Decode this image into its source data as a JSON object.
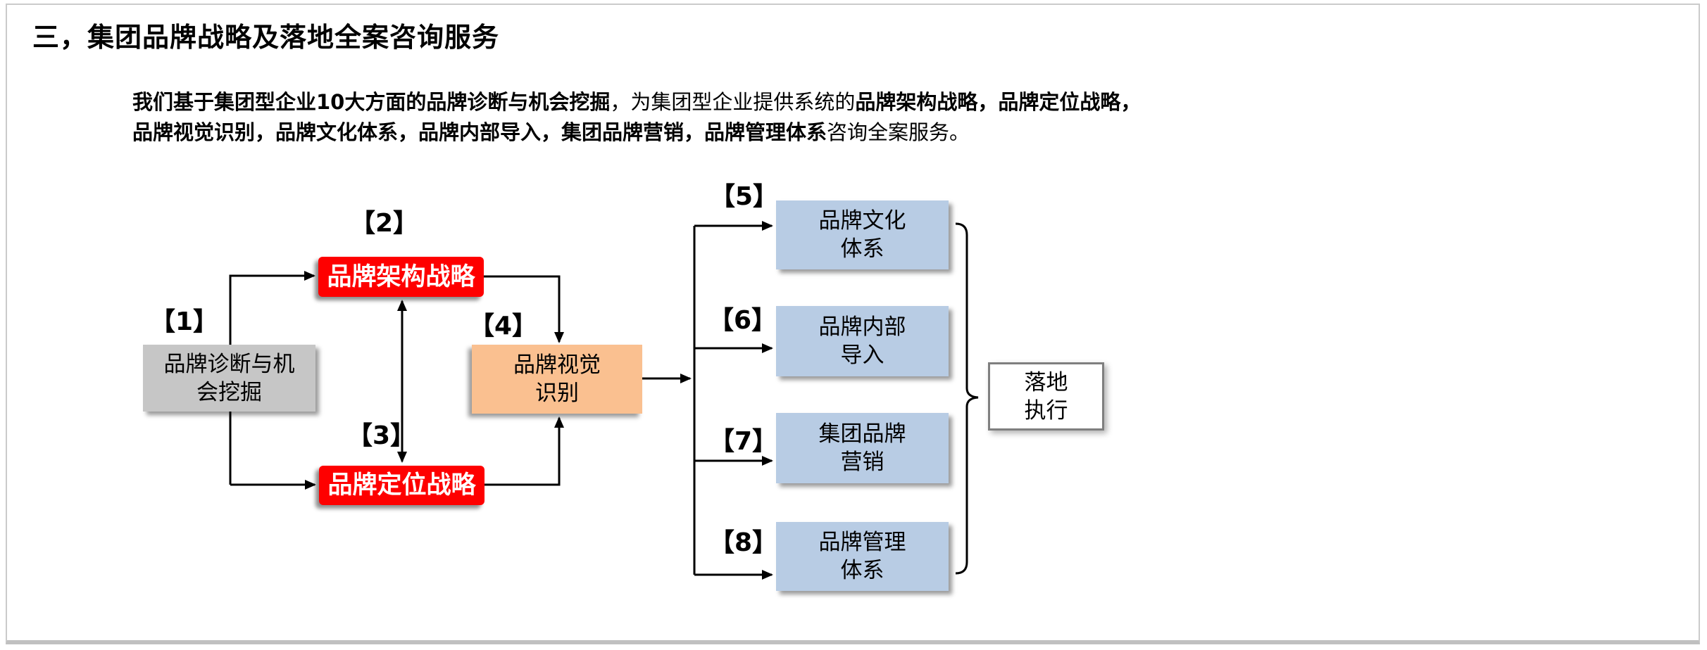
{
  "slide": {
    "title": "三，集团品牌战略及落地全案咨询服务",
    "intro": {
      "line1": {
        "seg1_bold": "我们基于集团型企业10大方面的品牌诊断与机会挖掘",
        "seg2": "，为集团型企业提供系统的",
        "seg3_bold": "品牌架构战略，品牌定位战略，"
      },
      "line2": {
        "seg1_bold": "品牌视觉识别，品牌文化体系，品牌内部导入，集团品牌营销，品牌管理体系",
        "seg2": "咨询全案服务。"
      }
    }
  },
  "nodes": {
    "diagnosis": {
      "marker": "【1】",
      "line1": "品牌诊断与机",
      "line2": "会挖掘"
    },
    "architecture": {
      "marker": "【2】",
      "text": "品牌架构战略"
    },
    "positioning": {
      "marker": "【3】",
      "text": "品牌定位战略"
    },
    "visual": {
      "marker": "【4】",
      "line1": "品牌视觉",
      "line2": "识别"
    },
    "culture": {
      "marker": "【5】",
      "line1": "品牌文化",
      "line2": "体系"
    },
    "internal": {
      "marker": "【6】",
      "line1": "品牌内部",
      "line2": "导入"
    },
    "marketing": {
      "marker": "【7】",
      "line1": "集团品牌",
      "line2": "营销"
    },
    "management": {
      "marker": "【8】",
      "line1": "品牌管理",
      "line2": "体系"
    },
    "landing": {
      "line1": "落地",
      "line2": "执行"
    }
  },
  "edges": [
    "品牌诊断与机会挖掘 → 品牌架构战略",
    "品牌诊断与机会挖掘 → 品牌定位战略",
    "品牌架构战略 ↔ 品牌定位战略",
    "品牌架构战略 → 品牌视觉识别",
    "品牌定位战略 → 品牌视觉识别",
    "品牌视觉识别 → 品牌文化体系",
    "品牌视觉识别 → 品牌内部导入",
    "品牌视觉识别 → 集团品牌营销",
    "品牌视觉识别 → 品牌管理体系",
    "品牌文化体系+品牌内部导入+集团品牌营销+品牌管理体系 } 落地执行"
  ],
  "colors": {
    "red_box": "#fe0000",
    "gray_box": "#c6c6c6",
    "orange_box": "#fac090",
    "blue_box": "#b8cce4",
    "landing_border": "#7f7f7f",
    "connector": "#000000",
    "text": "#000000",
    "red_box_text": "#ffffff"
  }
}
